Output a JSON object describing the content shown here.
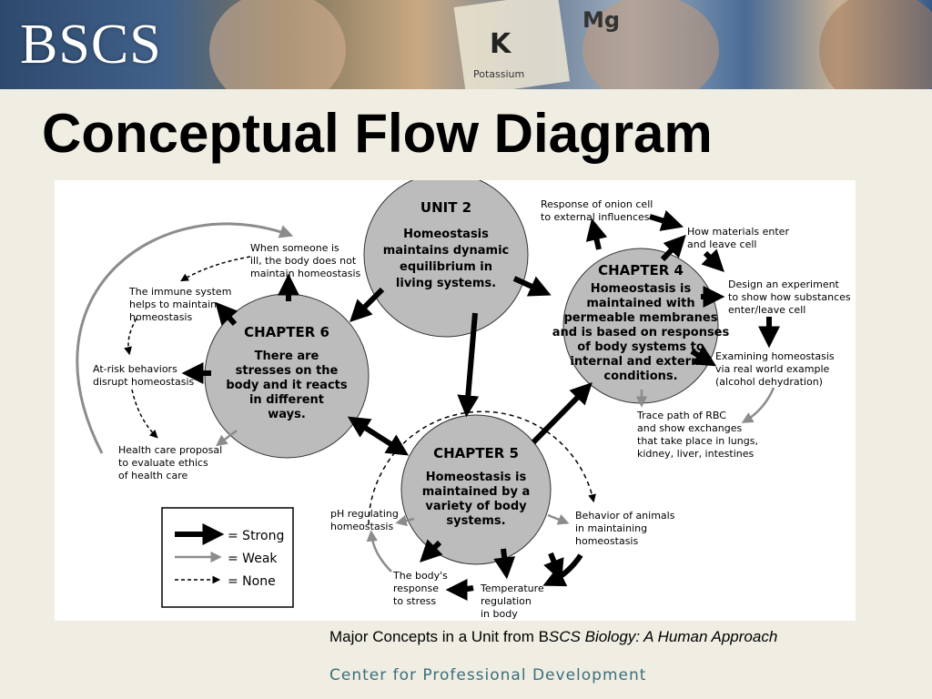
{
  "banner": {
    "logo": "BSCS",
    "tile_k": "K",
    "tile_k_label": "Potassium",
    "tile_mg": "Mg"
  },
  "page_title": "Conceptual Flow Diagram",
  "nodes": {
    "unit2": {
      "title": "UNIT 2",
      "lines": [
        "Homeostasis",
        "maintains dynamic",
        "equilibrium in",
        "living systems."
      ]
    },
    "ch4": {
      "title": "CHAPTER 4",
      "lines": [
        "Homeostasis is",
        "maintained with",
        "permeable membranes",
        "and is based on responses",
        "of body systems to",
        "internal and external",
        "conditions."
      ]
    },
    "ch5": {
      "title": "CHAPTER 5",
      "lines": [
        "Homeostasis is",
        "maintained by a",
        "variety of body",
        "systems."
      ]
    },
    "ch6": {
      "title": "CHAPTER 6",
      "lines": [
        "There are",
        "stresses on the",
        "body and it reacts",
        "in different",
        "ways."
      ]
    }
  },
  "labels": {
    "onion": [
      "Response of onion cell",
      "to external influences"
    ],
    "materials": [
      "How materials enter",
      "and leave cell"
    ],
    "design": [
      "Design an experiment",
      "to show how substances",
      "enter/leave cell"
    ],
    "examining": [
      "Examining homeostasis",
      "via real world example",
      "(alcohol dehydration)"
    ],
    "rbc": [
      "Trace path of RBC",
      "and show exchanges",
      "that take place in lungs,",
      "kidney, liver, intestines"
    ],
    "animals": [
      "Behavior of animals",
      "in maintaining",
      "homeostasis"
    ],
    "temperature": [
      "Temperature",
      "regulation",
      "in body"
    ],
    "stress": [
      "The body's",
      "response",
      "to stress"
    ],
    "ph": [
      "pH regulating",
      "homeostasis"
    ],
    "ill": [
      "When someone is",
      "ill, the body does not",
      "maintain homeostasis"
    ],
    "immune": [
      "The immune system",
      "helps to maintain",
      "homeostasis"
    ],
    "atrisk": [
      "At-risk behaviors",
      "disrupt homeostasis"
    ],
    "ethics": [
      "Health care proposal",
      "to evaluate ethics",
      "of health care"
    ]
  },
  "legend": {
    "strong": "= Strong",
    "weak": "= Weak",
    "none": "= None"
  },
  "caption": {
    "prefix": "Major Concepts in a Unit from B",
    "italic": "SCS Biology: A Human Approach"
  },
  "footer": "Center for Professional Development",
  "colors": {
    "circle_fill": "#bcbcbc",
    "strong": "#000000",
    "weak": "#8c8c8c",
    "background": "#f0ede2",
    "footer_text": "#3b6f7c"
  }
}
